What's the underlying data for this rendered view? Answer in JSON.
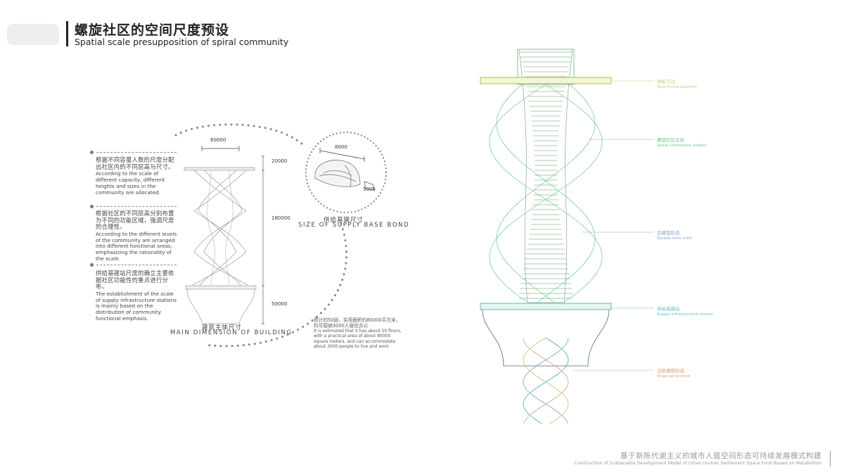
{
  "header": {
    "title_zh": "螺旋社区的空间尺度预设",
    "title_en": "Spatial scale presupposition of spiral community"
  },
  "notes": [
    {
      "zh": "根据不同容量人数的尺度分配出社区内的不同层高与尺寸。",
      "en": "According to the scale of different capacity, different heights and sizes in the community are allocated."
    },
    {
      "zh": "根据社区的不同层高分别布置为不同的功能区域，强调尺度的合理性。",
      "en": "According to the different levels of the community are arranged into different functional areas, emphasizing the rationality of the scale."
    },
    {
      "zh": "供给基建站尺度的确立主要依据社区功能性的重点进行分布。",
      "en": "The establishment of the scale of supply infrastructure stations is mainly based on the distribution of community functional emphasis."
    }
  ],
  "building": {
    "width_dim": "60000",
    "dims": [
      "20000",
      "180000",
      "50000"
    ],
    "caption_zh": "建筑主体尺寸",
    "caption_en": "MAIN DIMENSION OF BUILDING"
  },
  "supply_bond": {
    "width_dim": "8000",
    "depth_dim": "5000",
    "caption_zh": "供给基键尺寸",
    "caption_en": "SIZE OF SUPPLY BASE BOND"
  },
  "estimate": {
    "zh": "预计约50层，实用面积约80000平方米，约可容纳3000人居住办公",
    "en": "It is estimated that it has about 50 floors, with a practical area of about 80000 square meters, and can accommodate about 3000 people to live and work"
  },
  "legend": [
    {
      "zh": "停机平台",
      "en": "Stop-frame platform",
      "color": "#c6cf6e"
    },
    {
      "zh": "螺旋社区主体",
      "en": "Spiral community subject",
      "color": "#6cc98a"
    },
    {
      "zh": "双螺旋轨道",
      "en": "Double helix orbit",
      "color": "#8fa6d6"
    },
    {
      "zh": "供给基建站",
      "en": "Supply infrastructure station",
      "color": "#63c2c4"
    },
    {
      "zh": "汲取螺旋轨道",
      "en": "Draw spiral track",
      "color": "#e49a7d"
    }
  ],
  "footer": {
    "zh": "基于新陈代谢主义的城市人居空间形态可持续发展模式构建",
    "en": "Construction of Sustainable Development Model of Urban Human Settlement Space Form Based on Metabolism"
  }
}
